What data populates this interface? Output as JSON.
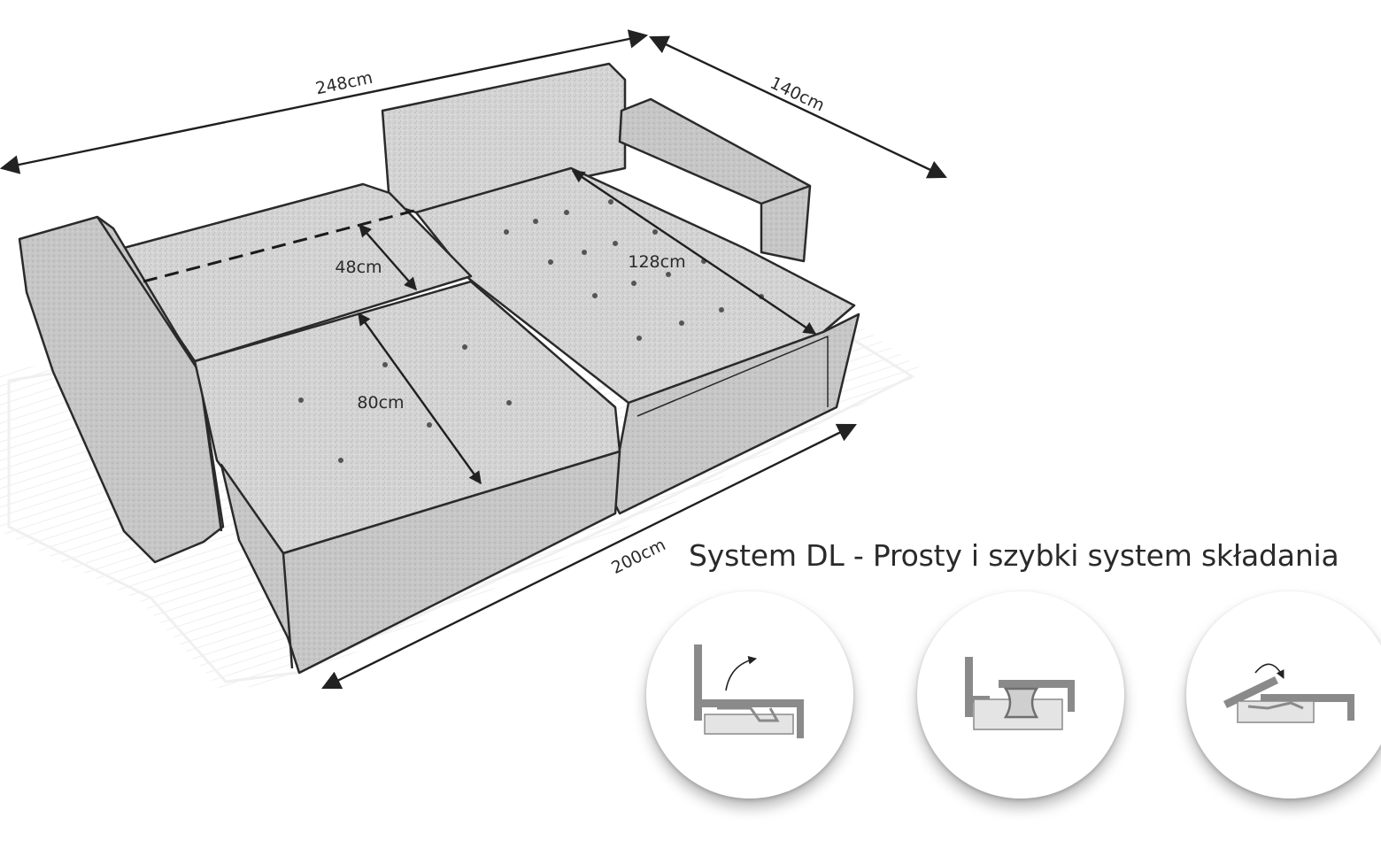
{
  "dimensions": {
    "total_width": "248cm",
    "depth": "140cm",
    "front_width": "200cm",
    "backrest_depth": "48cm",
    "seat_depth": "80cm",
    "chaise_width": "128cm"
  },
  "caption": "System DL - Prosty i szybki system składania",
  "steps": [
    {
      "icon": "sofa-sitting-position-icon"
    },
    {
      "icon": "sofa-lifting-mechanism-icon"
    },
    {
      "icon": "sofa-bed-unfolded-icon"
    }
  ],
  "colors": {
    "fabric": "#d6d6d6",
    "outline": "#2a2a2a",
    "mechanism": "#8a8a8a"
  }
}
